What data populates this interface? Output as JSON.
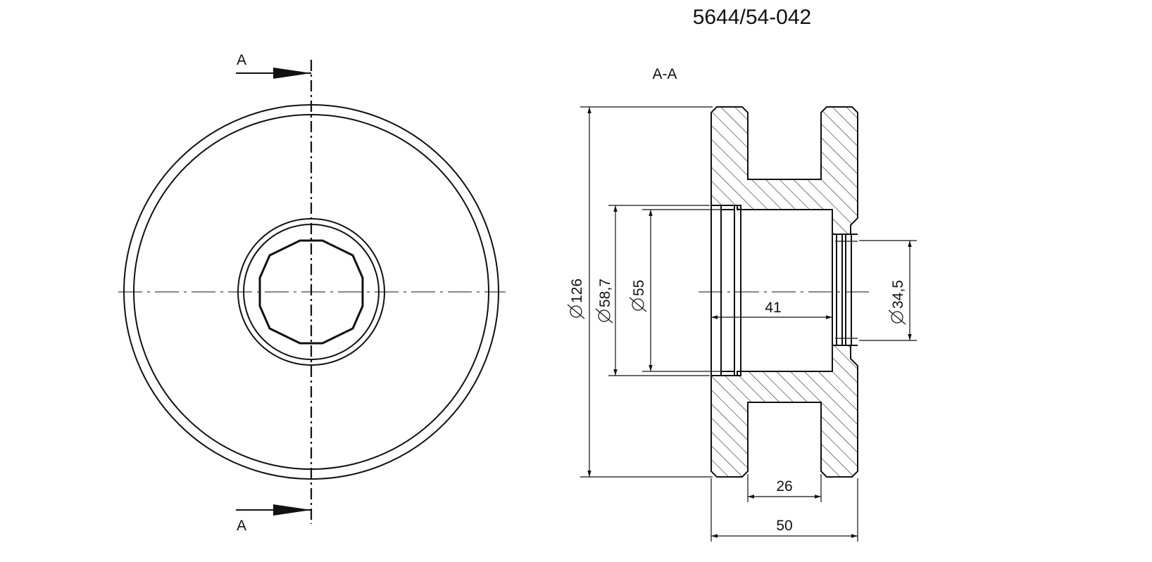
{
  "drawing_number": "5644/54-042",
  "section": {
    "title": "A-A",
    "cut_label_top": "A",
    "cut_label_bottom": "A"
  },
  "dimensions": {
    "outer_diameter": "126",
    "recess_diameter": "58,7",
    "bore_diameter": "55",
    "small_bore_diameter": "34,5",
    "bore_depth": "41",
    "groove_width": "26",
    "overall_width": "50"
  }
}
